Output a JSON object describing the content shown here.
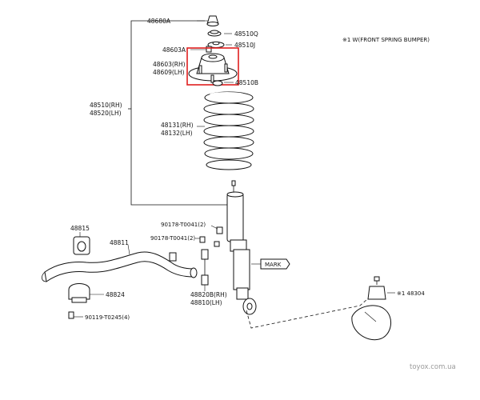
{
  "note": "※1 W(FRONT SPRING BUMPER)",
  "callouts": {
    "c48680A": "48680A",
    "c48510Q": "48510Q",
    "c48510J": "48510J",
    "c48603A": "48603A",
    "c48603RH": "48603(RH)",
    "c48609LH": "48609(LH)",
    "c48510B": "48510B",
    "c48510RH": "48510(RH)",
    "c48520LH": "48520(LH)",
    "c48131RH": "48131(RH)",
    "c48132LH": "48132(LH)",
    "c90178a": "90178-T0041(2)",
    "c90178b": "90178-T0041(2)",
    "c48815": "48815",
    "c48811": "48811",
    "c48824": "48824",
    "c90119": "90119-T0245(4)",
    "c48820RH": "48820B(RH)",
    "c48810LH": "48810(LH)",
    "c48304": "※1 48304"
  },
  "mark_label": "MARK",
  "watermark": "toyox.com.ua",
  "highlight_color": "#e02020"
}
